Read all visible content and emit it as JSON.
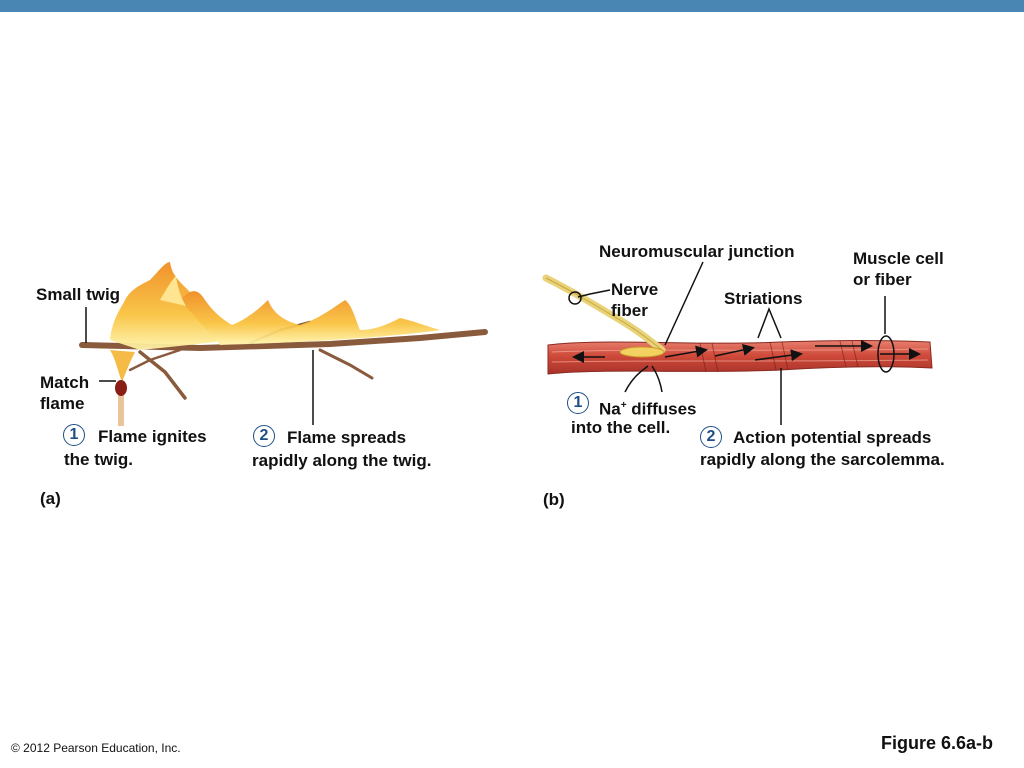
{
  "header_bar_color": "#4a86b4",
  "panel_a": {
    "label_small_twig": "Small twig",
    "label_match_line1": "Match",
    "label_match_line2": "flame",
    "step1_number": "1",
    "step1_line1": "Flame ignites",
    "step1_line2": "the twig.",
    "step2_number": "2",
    "step2_line1": "Flame spreads",
    "step2_line2": "rapidly along the twig.",
    "panel_label": "(a)"
  },
  "panel_b": {
    "label_nmj": "Neuromuscular junction",
    "label_nerve_line1": "Nerve",
    "label_nerve_line2": "fiber",
    "label_striations": "Striations",
    "label_muscle_line1": "Muscle cell",
    "label_muscle_line2": "or fiber",
    "step1_number": "1",
    "step1_na": "Na",
    "step1_plus": "+",
    "step1_line1_rest": " diffuses",
    "step1_line2": "into the cell.",
    "step2_number": "2",
    "step2_line1": "Action potential spreads",
    "step2_line2": "rapidly along the sarcolemma.",
    "panel_label": "(b)"
  },
  "figure_label": "Figure 6.6a-b",
  "copyright": "© 2012 Pearson Education, Inc."
}
